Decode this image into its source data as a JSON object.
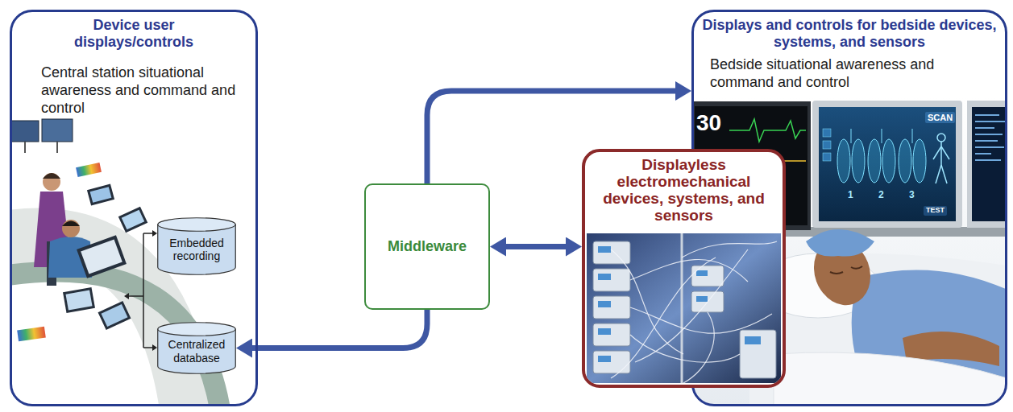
{
  "diagram": {
    "nodes": [
      {
        "text": [
          "Device user displays/controls",
          "Central station situational awareness and command and control"
        ]
      },
      {
        "text": [
          "Embedded recording"
        ],
        "in": 0
      },
      {
        "text": [
          "Centralized database"
        ],
        "in": 0
      },
      {
        "text": [
          "Middleware"
        ]
      },
      {
        "text": [
          "Displays and controls for bedside devices, systems, and sensors",
          "Bedside situational awareness and command and control"
        ]
      },
      {
        "text": [
          "Displayless electromechanical devices, systems, and sensors"
        ]
      }
    ],
    "edges": [
      {
        "from": 3,
        "to": 4,
        "arrow": "to"
      },
      {
        "from": 3,
        "to": 2,
        "arrow": "to"
      },
      {
        "from": 3,
        "to": 5,
        "arrow": "both"
      }
    ],
    "labels": [
      "30",
      "SCAN",
      "1",
      "2",
      "3",
      "TEST"
    ]
  }
}
